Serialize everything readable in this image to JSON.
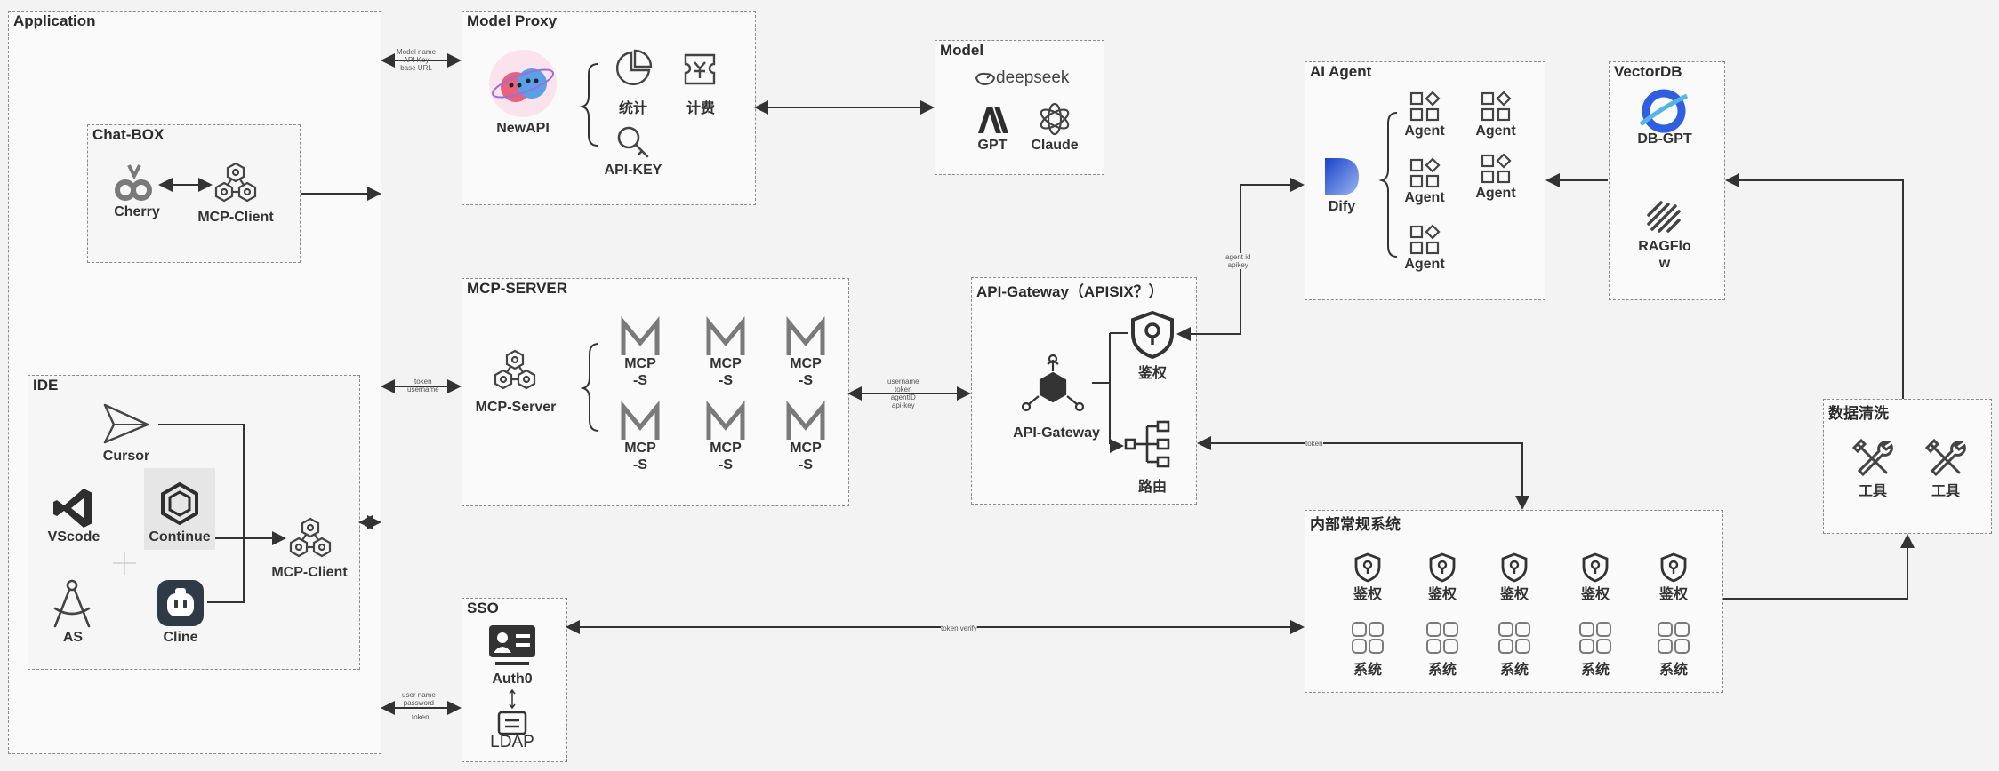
{
  "application": {
    "title": "Application"
  },
  "chatbox": {
    "title": "Chat-BOX",
    "cherry": "Cherry",
    "mcp_client": "MCP-Client"
  },
  "ide": {
    "title": "IDE",
    "cursor": "Cursor",
    "vscode": "VScode",
    "continue": "Continue",
    "as": "AS",
    "cline": "Cline",
    "mcp_client": "MCP-Client"
  },
  "model_proxy": {
    "title": "Model Proxy",
    "newapi": "NewAPI",
    "stats": "统计",
    "billing": "计费",
    "apikey": "API-KEY"
  },
  "model": {
    "title": "Model",
    "deepseek": "deepseek",
    "gpt": "GPT",
    "claude": "Claude"
  },
  "mcp_server": {
    "title": "MCP-SERVER",
    "server": "MCP-Server",
    "item_label": "MCP-S"
  },
  "gateway": {
    "title": "API-Gateway（APISIX？）",
    "name": "API-Gateway",
    "auth": "鉴权",
    "route": "路由"
  },
  "ai_agent": {
    "title": "AI  Agent",
    "dify": "Dify",
    "agent": "Agent"
  },
  "vectordb": {
    "title": "VectorDB",
    "dbgpt": "DB-GPT",
    "ragflow": "RAGFlow"
  },
  "data_clean": {
    "title": "数据清洗",
    "tool": "工具"
  },
  "internal": {
    "title": "内部常规系统",
    "auth": "鉴权",
    "system": "系统"
  },
  "sso": {
    "title": "SSO",
    "auth0": "Auth0",
    "ldap": "LDAP"
  },
  "edges": {
    "app_proxy_1": "Model name",
    "app_proxy_2": "API Key",
    "app_proxy_3": "base URL",
    "app_mcp_1": "token",
    "app_mcp_2": "username",
    "mcp_gw_1": "username",
    "mcp_gw_2": "token",
    "mcp_gw_3": "agentID",
    "mcp_gw_4": "api-key",
    "gw_agent_1": "agent id",
    "gw_agent_2": "apikey",
    "gw_internal": "token",
    "sso_internal": "token verify",
    "app_sso_1": "user name",
    "app_sso_2": "password",
    "app_sso_3": "token"
  }
}
